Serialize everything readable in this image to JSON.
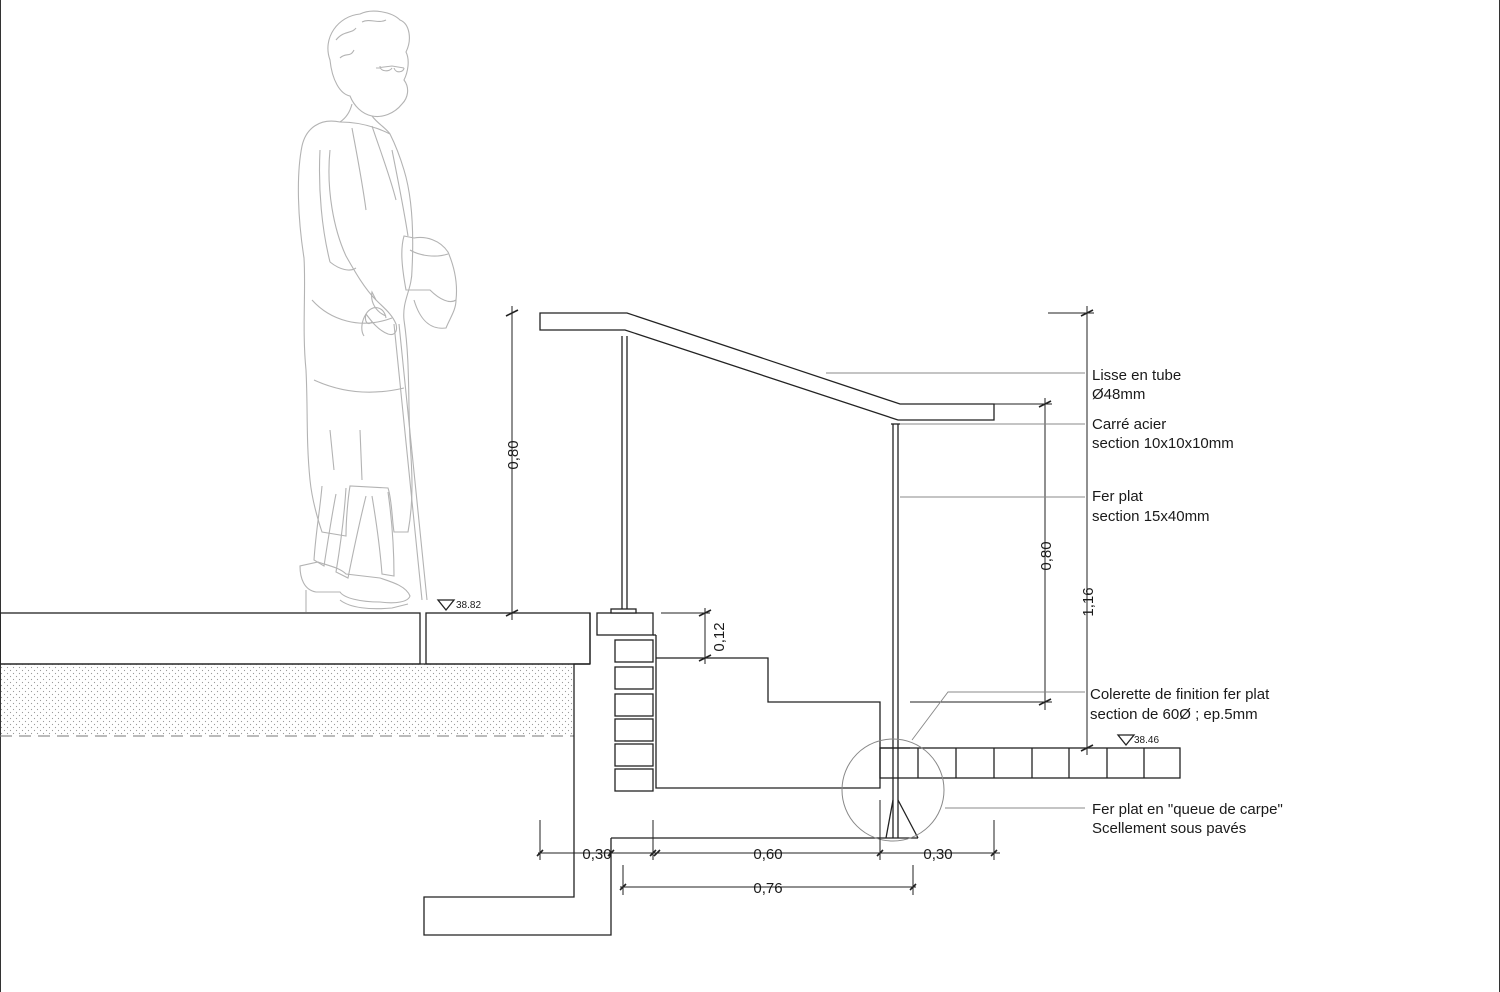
{
  "labels": {
    "lisse_line1": "Lisse en tube",
    "lisse_line2": "Ø48mm",
    "carre_line1": "Carré acier",
    "carre_line2": "section 10x10x10mm",
    "ferplat_line1": "Fer plat",
    "ferplat_line2": "section 15x40mm",
    "colerette_line1": "Colerette de finition fer plat",
    "colerette_line2": "section de 60Ø ; ep.5mm",
    "queue_line1": "Fer plat en \"queue de carpe\"",
    "queue_line2": "Scellement sous pavés"
  },
  "levels": {
    "upper": "38.82",
    "lower": "38.46"
  },
  "dimensions": {
    "handrail_height_left": "0,80",
    "handrail_height_right": "0,80",
    "total_height_right": "1,16",
    "step_height": "0,12",
    "bottom_0_30_left": "0,30",
    "bottom_0_60": "0,60",
    "bottom_0_30_right": "0,30",
    "bottom_0_76": "0,76"
  }
}
